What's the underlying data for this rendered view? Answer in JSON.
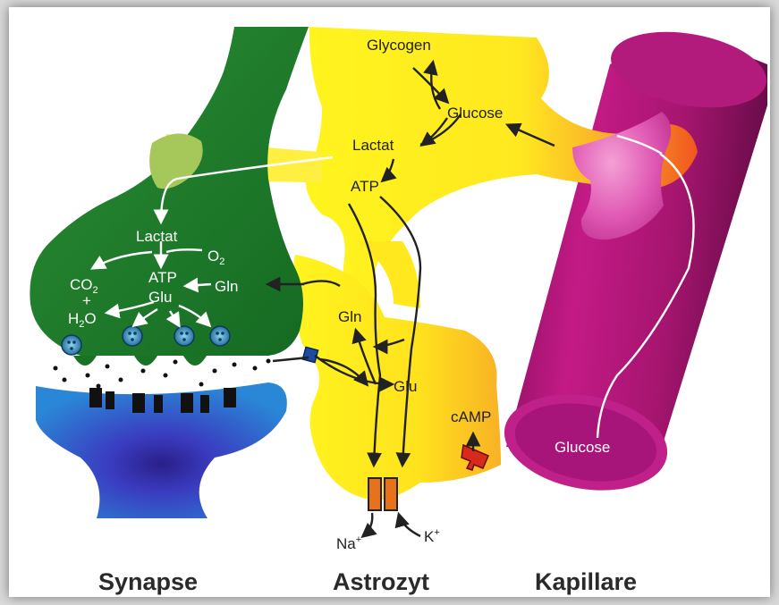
{
  "labels": {
    "glycogen": "Glycogen",
    "glucose_astro": "Glucose",
    "lactat_astro": "Lactat",
    "atp_astro": "ATP",
    "lactat_neuron": "Lactat",
    "o2": "O",
    "o2_sub": "2",
    "co2": "CO",
    "co2_sub": "2",
    "plus": "+",
    "h2o_h": "H",
    "h2o_sub": "2",
    "h2o_o": "O",
    "atp_neuron": "ATP",
    "glu_neuron": "Glu",
    "gln_neuron": "Gln",
    "gln_astro": "Gln",
    "glu_astro": "Glu",
    "camp": "cAMP",
    "na": "Na",
    "na_sup": "+",
    "k": "K",
    "k_sup": "+",
    "glucose_capillary": "Glucose"
  },
  "captions": {
    "synapse": "Synapse",
    "astrozyt": "Astrozyt",
    "kapillare": "Kapillare"
  },
  "colors": {
    "neuron_green": "#1f7d2a",
    "astrocyte_yellow": "#ffee22",
    "astrocyte_orange": "#f47a1e",
    "capillary_magenta": "#a0146e",
    "postsynapse_blue": "#2a7fd0",
    "receptor_black": "#111111",
    "camp_receptor_red": "#d82a1a",
    "transporter_orange": "#e8721c"
  }
}
